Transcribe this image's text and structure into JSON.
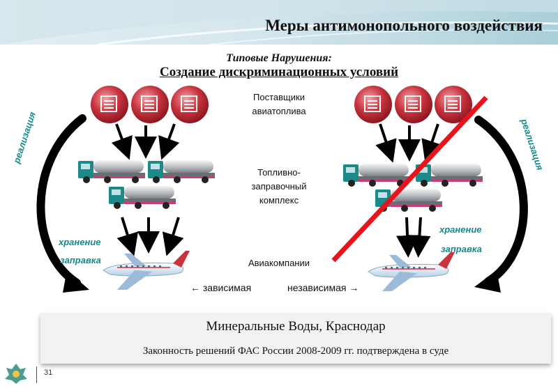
{
  "header": {
    "title": "Меры антимонопольного воздействия"
  },
  "subtitle": {
    "italic": "Типовые Нарушения:",
    "main": "Создание дискриминационных условий"
  },
  "center": {
    "suppliers_line1": "Поставщики",
    "suppliers_line2": "авиатоплива",
    "complex_line1": "Топливно-",
    "complex_line2": "заправочный",
    "complex_line3": "комплекс",
    "airlines": "Авиакомпании"
  },
  "left": {
    "realization": "реализация",
    "storage": "хранение",
    "refueling": "заправка",
    "dependent": "зависимая"
  },
  "right": {
    "realization": "реализация",
    "storage": "хранение",
    "refueling": "заправка",
    "independent": "независимая"
  },
  "bottom": {
    "cities": "Минеральные Воды, Краснодар",
    "legality": "Законность решений ФАС России 2008-2009 гг.  подтверждена в суде"
  },
  "footer": {
    "page_number": "31"
  },
  "colors": {
    "accent_green": "#148a8a",
    "cross_red": "#e8141c",
    "supplier_red": "#c8343e"
  }
}
